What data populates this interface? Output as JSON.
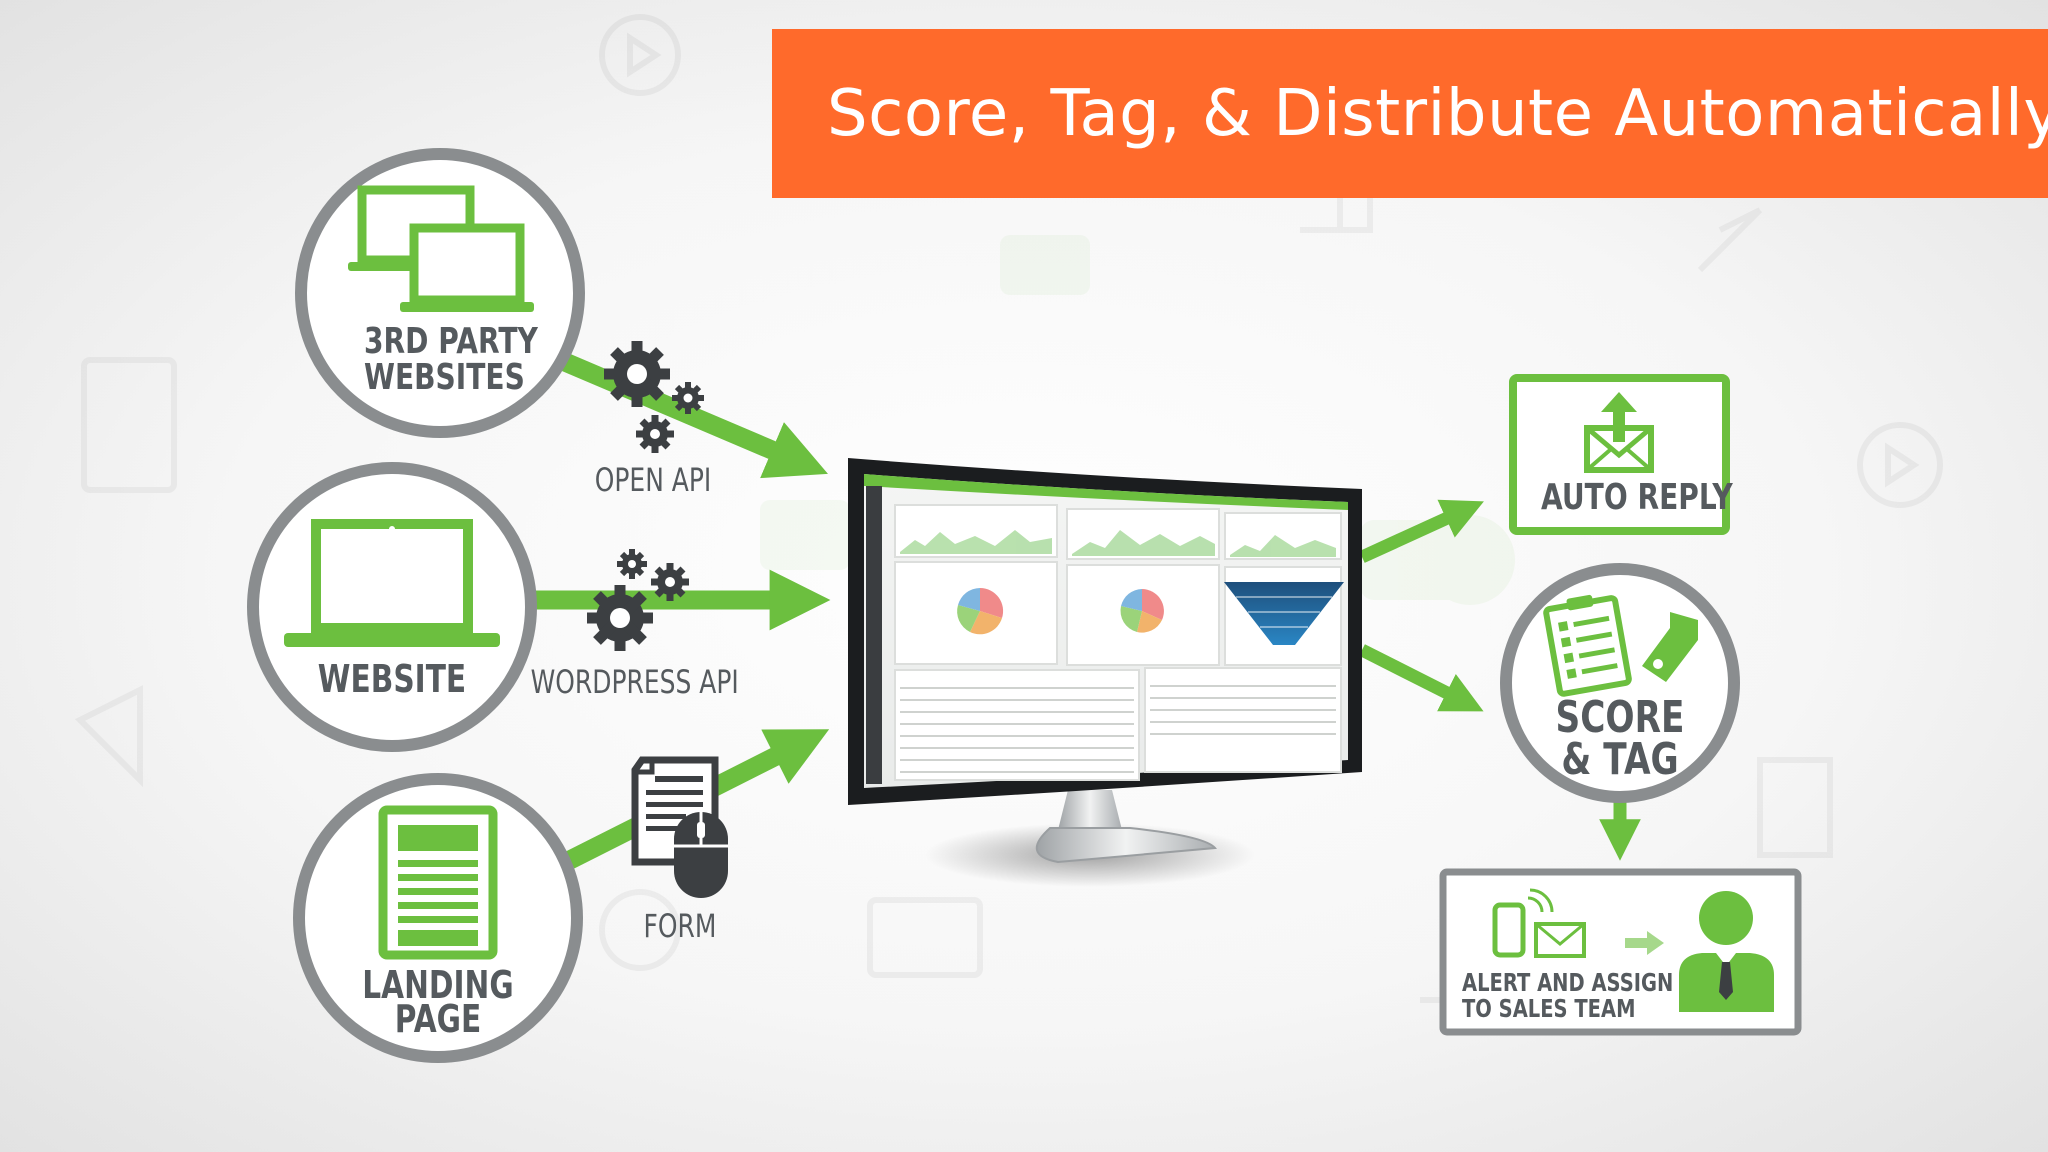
{
  "banner": {
    "title": "Score, Tag, & Distribute Automatically"
  },
  "sources": {
    "third_party": "3RD PARTY",
    "websites": "WEBSITES",
    "website": "WEBSITE",
    "landing": "LANDING",
    "page": "PAGE"
  },
  "connectors": {
    "open_api": "OPEN API",
    "wordpress_api": "WORDPRESS API",
    "form": "FORM"
  },
  "outputs": {
    "auto_reply": "AUTO REPLY",
    "score": "SCORE",
    "and_tag": "& TAG",
    "alert_line1": "ALERT AND ASSIGN",
    "alert_line2": "TO SALES TEAM"
  },
  "colors": {
    "accent": "#ff6a2b",
    "green": "#6cbf3f",
    "gray": "#8a8d8f",
    "dark": "#3c3f42"
  },
  "icons": [
    "laptops-icon",
    "laptop-icon",
    "landing-page-icon",
    "gears-icon",
    "form-document-icon",
    "mouse-icon",
    "monitor-dashboard-icon",
    "envelope-upload-icon",
    "clipboard-checklist-icon",
    "tag-icon",
    "phone-icon",
    "envelope-icon",
    "person-icon",
    "arrow-icon"
  ]
}
